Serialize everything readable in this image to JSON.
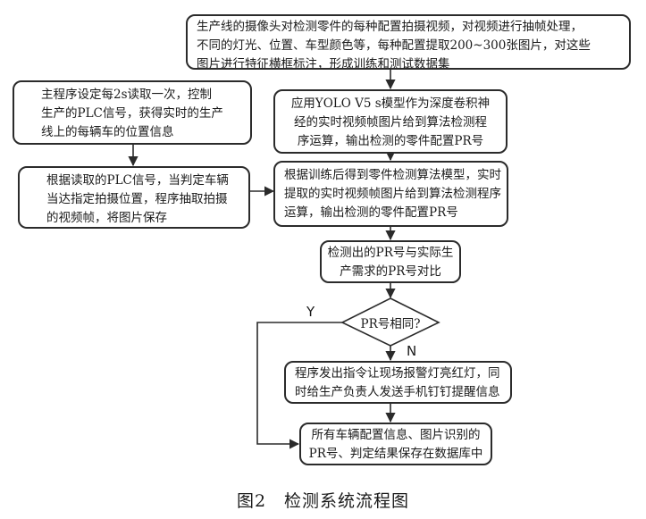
{
  "nodes": {
    "capture": {
      "lines": [
        "生产线的摄像头对检测零件的每种配置拍摄视频，对视频进行抽帧处理，",
        "不同的灯光、位置、车型颜色等，每种配置提取200~300张图片，对这些",
        "图片进行特征横框标注，形成训练和测试数据集"
      ]
    },
    "main_program": {
      "lines": [
        "主程序设定每2s读取一次，控制",
        "生产的PLC信号，获得实时的生产",
        "线上的每辆车的位置信息"
      ]
    },
    "yolo": {
      "lines": [
        "应用YOLO V5 s模型作为深度卷积神",
        "经的实时视频帧图片给到算法检测程",
        "序运算，输出检测的零件配置PR号"
      ]
    },
    "plc_read": {
      "lines": [
        "根据读取的PLC信号，当判定车辆",
        "当达指定拍摄位置，程序抽取拍摄",
        "的视频帧，将图片保存"
      ]
    },
    "trained_model": {
      "lines": [
        "根据训练后得到零件检测算法模型，实时",
        "提取的实时视频帧图片给到算法检测程序",
        "运算，输出检测的零件配置PR号"
      ]
    },
    "compare": {
      "lines": [
        "检测出的PR号与实际生",
        "产需求的PR号对比"
      ]
    },
    "decision": {
      "text": "PR号相同?"
    },
    "alarm": {
      "lines": [
        "程序发出指令让现场报警灯亮红灯，同",
        "时给生产负责人发送手机钉钉提醒信息"
      ]
    },
    "save_db": {
      "lines": [
        "所有车辆配置信息、图片识别的",
        "PR号、判定结果保存在数据库中"
      ]
    }
  },
  "labels": {
    "yes": "Y",
    "no": "N"
  },
  "caption": "图2　检测系统流程图"
}
